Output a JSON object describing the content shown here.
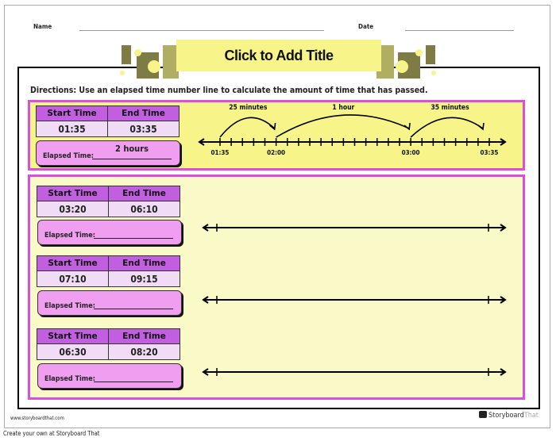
{
  "header": {
    "name_label": "Name",
    "date_label": "Date",
    "title": "Click to Add Title"
  },
  "directions": "Directions: Use an elapsed time number line to calculate the amount of time that has passed.",
  "colors": {
    "panel_border": "#d94fd9",
    "example_bg": "#f7f58a",
    "practice_bg": "#fafac8",
    "table_header": "#c25fe0",
    "elapsed_box": "#f09ef0"
  },
  "table_headers": {
    "start": "Start Time",
    "end": "End Time"
  },
  "elapsed_label": "Elapsed Time:",
  "example": {
    "start": "01:35",
    "end": "03:35",
    "answer": "2 hours",
    "number_line": {
      "ticks_every_minutes": 5,
      "labels": [
        "01:35",
        "02:00",
        "03:00",
        "03:35"
      ],
      "jumps": [
        {
          "label": "25 minutes",
          "from": "01:35",
          "to": "02:00"
        },
        {
          "label": "1 hour",
          "from": "02:00",
          "to": "03:00"
        },
        {
          "label": "35 minutes",
          "from": "03:00",
          "to": "03:35"
        }
      ]
    }
  },
  "problems": [
    {
      "start": "03:20",
      "end": "06:10"
    },
    {
      "start": "07:10",
      "end": "09:15"
    },
    {
      "start": "06:30",
      "end": "08:20"
    }
  ],
  "footer": {
    "url": "www.storyboardthat.com",
    "brand_a": "Storyboard",
    "brand_b": "That",
    "caption": "Create your own at Storyboard That"
  }
}
